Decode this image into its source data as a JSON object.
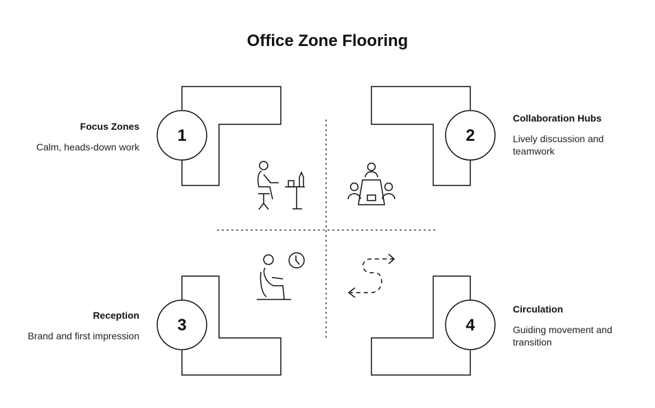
{
  "title": "Office Zone Flooring",
  "zones": [
    {
      "number": "1",
      "title": "Focus Zones",
      "description": "Calm, heads-down work",
      "icon": "desk-worker-icon"
    },
    {
      "number": "2",
      "title": "Collaboration Hubs",
      "description": "Lively discussion and teamwork",
      "icon": "meeting-table-icon"
    },
    {
      "number": "3",
      "title": "Reception",
      "description": "Brand and first impression",
      "icon": "waiting-person-clock-icon"
    },
    {
      "number": "4",
      "title": "Circulation",
      "description": "Guiding movement and transition",
      "icon": "path-arrows-icon"
    }
  ],
  "colors": {
    "stroke": "#111111",
    "divider": "#444444"
  }
}
